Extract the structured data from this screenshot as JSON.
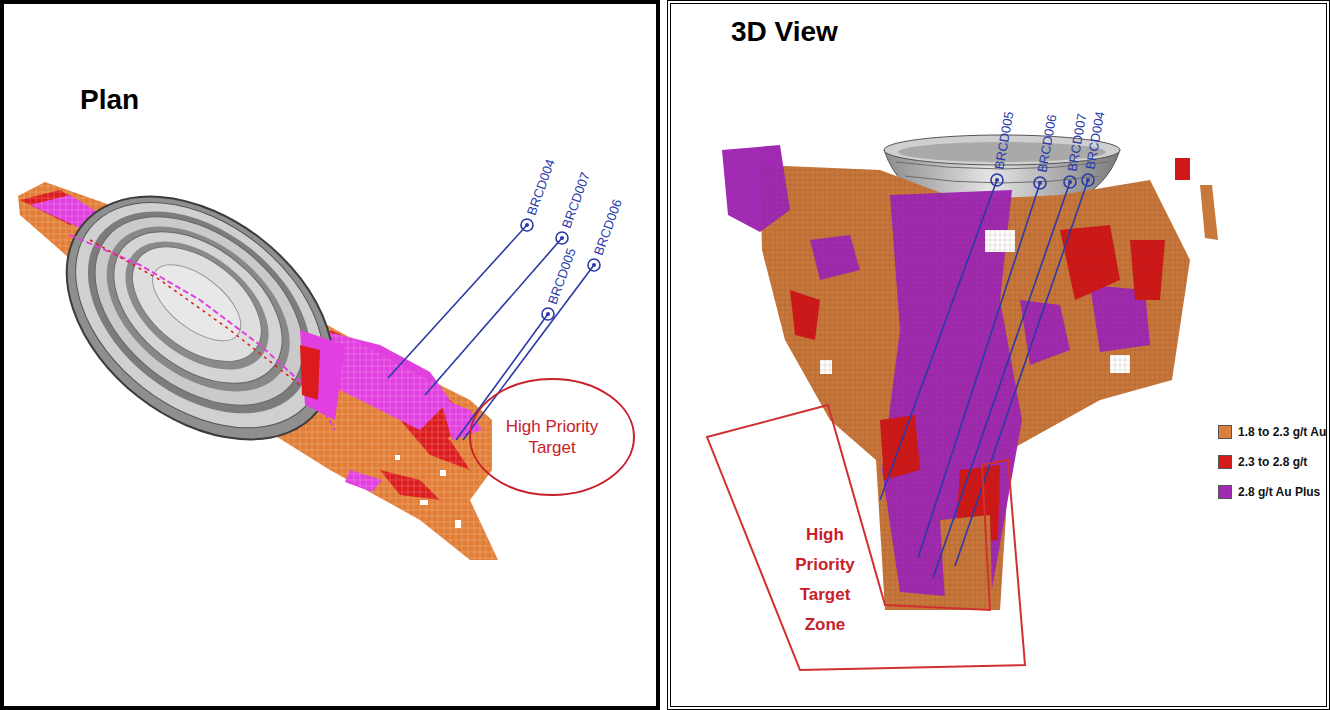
{
  "diagram": {
    "nodes": [
      {
        "text": [
          "Plan"
        ]
      },
      {
        "text": [
          "High Priority Target"
        ],
        "in": 0
      },
      {
        "text": [
          "3D View"
        ]
      },
      {
        "text": [
          "High Priority Target Zone"
        ],
        "in": 2
      }
    ],
    "labels": [
      "BRCD004",
      "BRCD007",
      "BRCD005",
      "BRCD006",
      "BRCD005",
      "BRCD006",
      "BRCD007",
      "BRCD004"
    ],
    "legend": [
      {
        "text": "1.8 to 2.3 g/t Au",
        "color": "#d9803c"
      },
      {
        "text": "2.3 to 2.8 g/t",
        "color": "#d61a1a"
      },
      {
        "text": "2.8 g/t Au Plus",
        "color": "#a12ab3"
      }
    ]
  }
}
